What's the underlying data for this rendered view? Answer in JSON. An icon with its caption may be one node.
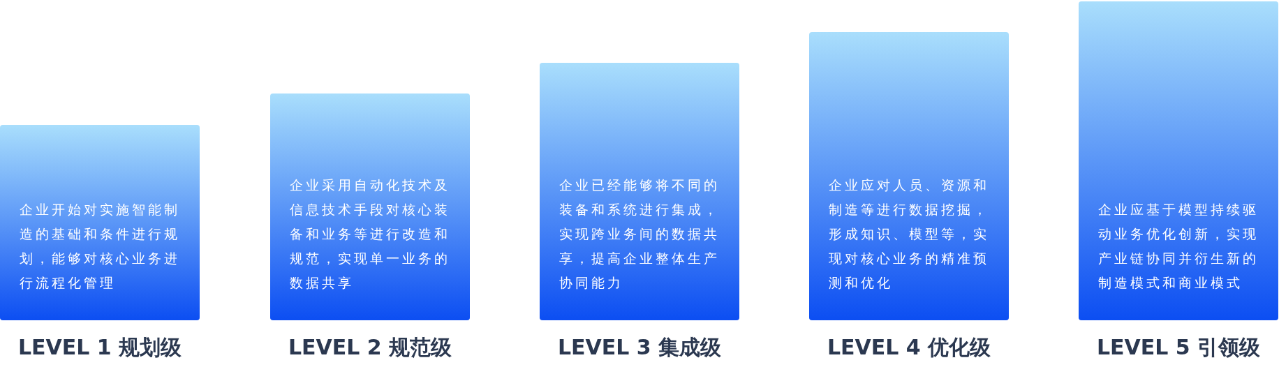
{
  "diagram": {
    "nodes": [
      {
        "text": [
          "企业开始对实施智能制造的基础和条件进行规划，能够对核心业务进行流程化管理",
          "LEVEL 1 规划级"
        ]
      },
      {
        "text": [
          "企业采用自动化技术及信息技术手段对核心装备和业务等进行改造和规范，实现单一业务的数据共享",
          "LEVEL 2 规范级"
        ]
      },
      {
        "text": [
          "企业已经能够将不同的装备和系统进行集成，实现跨业务间的数据共享，提高企业整体生产协同能力",
          "LEVEL 3 集成级"
        ]
      },
      {
        "text": [
          "企业应对人员、资源和制造等进行数据挖掘，形成知识、模型等，实现对核心业务的精准预测和优化",
          "LEVEL 4 优化级"
        ]
      },
      {
        "text": [
          "企业应基于模型持续驱动业务优化创新，实现产业链协同并衍生新的制造模式和商业模式",
          "LEVEL 5 引领级"
        ]
      }
    ]
  }
}
